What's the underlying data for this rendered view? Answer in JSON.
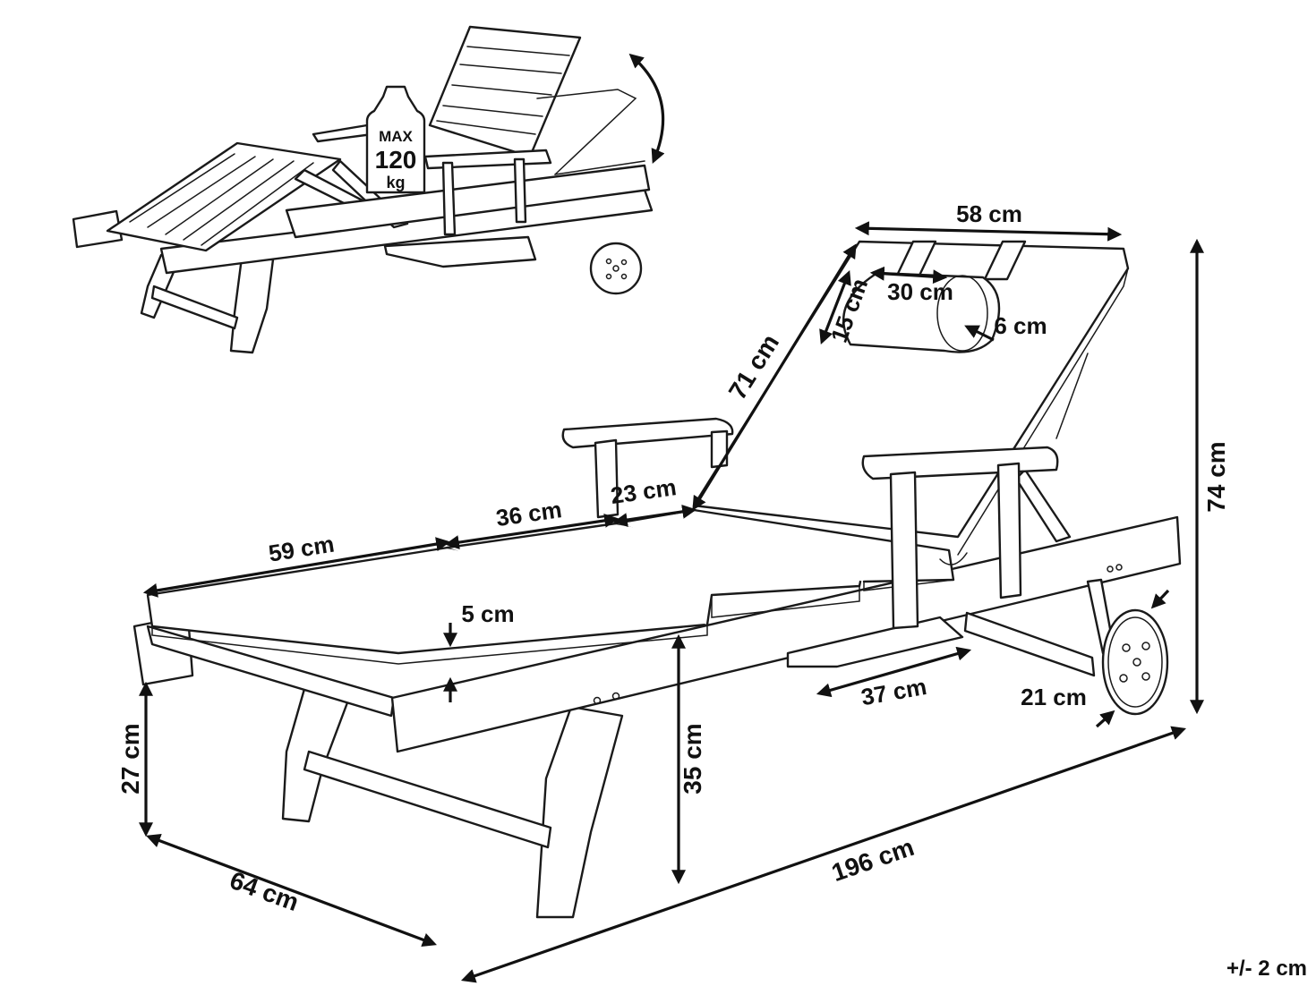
{
  "weight_badge": {
    "max": "MAX",
    "value": "120",
    "unit": "kg"
  },
  "dimensions": {
    "width_top": "58 cm",
    "pillow_length": "30 cm",
    "pillow_height": "15 cm",
    "pillow_depth": "6 cm",
    "backrest_length": "71 cm",
    "seat_section_3": "23 cm",
    "seat_section_2": "36 cm",
    "seat_section_1": "59 cm",
    "cushion_thickness": "5 cm",
    "total_height": "74 cm",
    "tray_width": "37 cm",
    "wheel_diameter": "21 cm",
    "foot_height": "27 cm",
    "seat_height": "35 cm",
    "total_length": "196 cm",
    "total_width": "64 cm"
  },
  "tolerance": "+/- 2 cm",
  "colors": {
    "line": "#1a1a1a",
    "background": "#ffffff"
  }
}
